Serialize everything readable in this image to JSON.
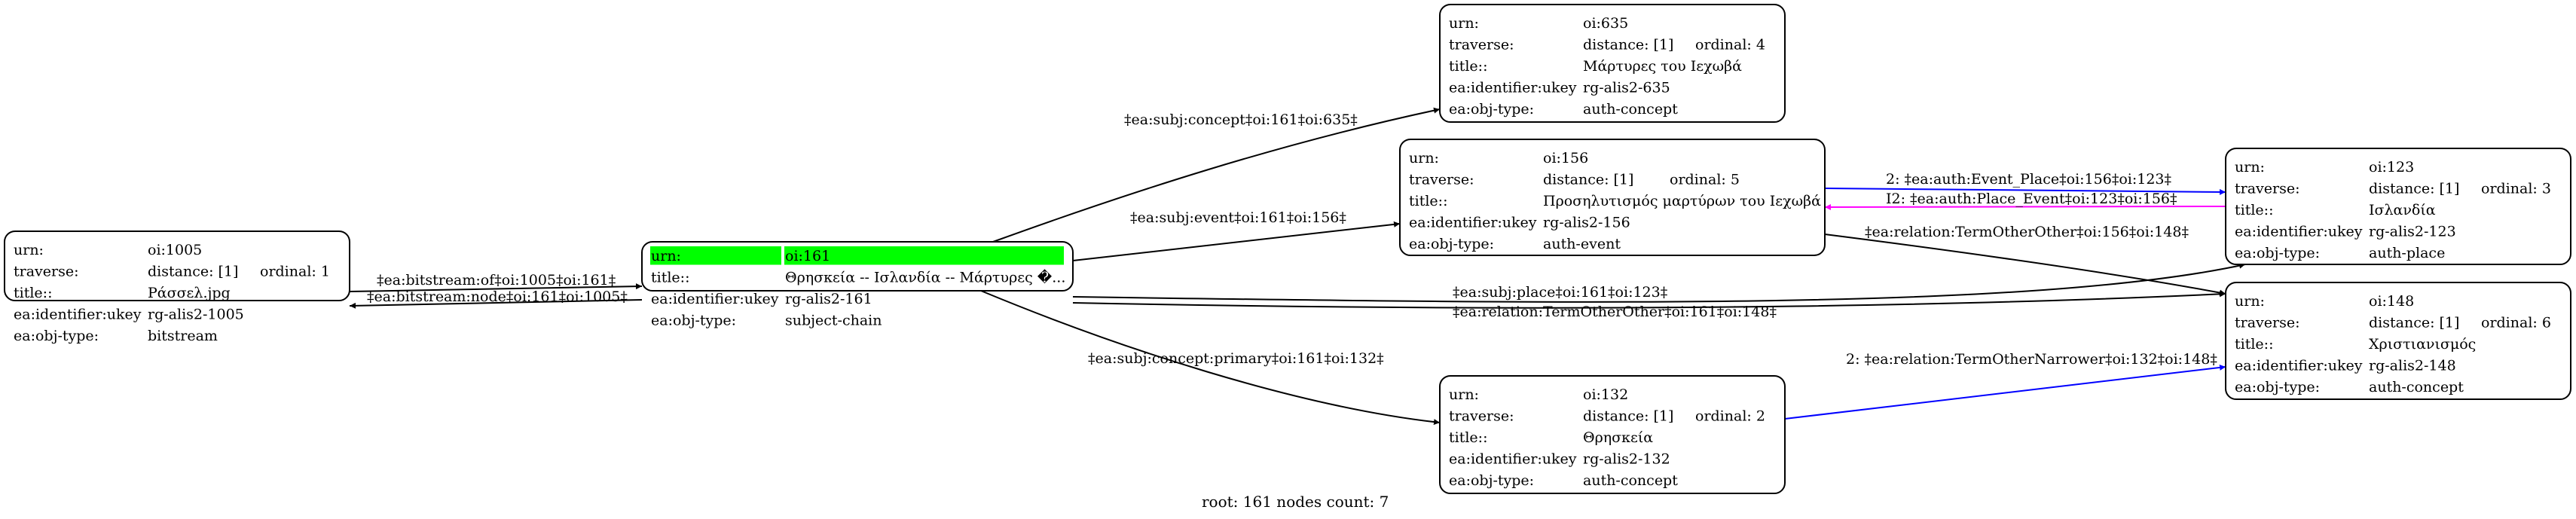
{
  "caption": "root: 161 nodes count: 7",
  "colors": {
    "black": "#000000",
    "blue": "#0000ff",
    "magenta": "#ff00ff",
    "highlight": "#00ff00"
  },
  "nodes": [
    {
      "id": "n1005",
      "highlight": false,
      "rows": [
        [
          "urn:",
          "oi:1005",
          ""
        ],
        [
          "traverse:",
          "distance: [1]",
          "ordinal: 1"
        ],
        [
          "title::",
          "Ράσσελ.jpg",
          ""
        ],
        [
          "ea:identifier:ukey",
          "rg-alis2-1005",
          ""
        ],
        [
          "ea:obj-type:",
          "bitstream",
          ""
        ]
      ]
    },
    {
      "id": "n161",
      "highlight": true,
      "rows": [
        [
          "urn:",
          "oi:161",
          ""
        ],
        [
          "title::",
          "Θρησκεία -- Ισλανδία -- Μάρτυρες �...",
          ""
        ],
        [
          "ea:identifier:ukey",
          "rg-alis2-161",
          ""
        ],
        [
          "ea:obj-type:",
          "subject-chain",
          ""
        ]
      ]
    },
    {
      "id": "n635",
      "highlight": false,
      "rows": [
        [
          "urn:",
          "oi:635",
          ""
        ],
        [
          "traverse:",
          "distance: [1]",
          "ordinal: 4"
        ],
        [
          "title::",
          "Μάρτυρες του Ιεχωβά",
          ""
        ],
        [
          "ea:identifier:ukey",
          "rg-alis2-635",
          ""
        ],
        [
          "ea:obj-type:",
          "auth-concept",
          ""
        ]
      ]
    },
    {
      "id": "n156",
      "highlight": false,
      "rows": [
        [
          "urn:",
          "oi:156",
          ""
        ],
        [
          "traverse:",
          "distance: [1]",
          "ordinal: 5"
        ],
        [
          "title::",
          "Προσηλυτισμός μαρτύρων του Ιεχωβά",
          ""
        ],
        [
          "ea:identifier:ukey",
          "rg-alis2-156",
          ""
        ],
        [
          "ea:obj-type:",
          "auth-event",
          ""
        ]
      ]
    },
    {
      "id": "n132",
      "highlight": false,
      "rows": [
        [
          "urn:",
          "oi:132",
          ""
        ],
        [
          "traverse:",
          "distance: [1]",
          "ordinal: 2"
        ],
        [
          "title::",
          "Θρησκεία",
          ""
        ],
        [
          "ea:identifier:ukey",
          "rg-alis2-132",
          ""
        ],
        [
          "ea:obj-type:",
          "auth-concept",
          ""
        ]
      ]
    },
    {
      "id": "n123",
      "highlight": false,
      "rows": [
        [
          "urn:",
          "oi:123",
          ""
        ],
        [
          "traverse:",
          "distance: [1]",
          "ordinal: 3"
        ],
        [
          "title::",
          "Ισλανδία",
          ""
        ],
        [
          "ea:identifier:ukey",
          "rg-alis2-123",
          ""
        ],
        [
          "ea:obj-type:",
          "auth-place",
          ""
        ]
      ]
    },
    {
      "id": "n148",
      "highlight": false,
      "rows": [
        [
          "urn:",
          "oi:148",
          ""
        ],
        [
          "traverse:",
          "distance: [1]",
          "ordinal: 6"
        ],
        [
          "title::",
          "Χριστιανισμός",
          ""
        ],
        [
          "ea:identifier:ukey",
          "rg-alis2-148",
          ""
        ],
        [
          "ea:obj-type:",
          "auth-concept",
          ""
        ]
      ]
    }
  ],
  "edges": [
    {
      "id": "e1",
      "from": "n1005",
      "to": "n161",
      "label": "‡ea:bitstream:of‡oi:1005‡oi:161‡",
      "color": "black"
    },
    {
      "id": "e2",
      "from": "n161",
      "to": "n1005",
      "label": "‡ea:bitstream:node‡oi:161‡oi:1005‡",
      "color": "black"
    },
    {
      "id": "e3",
      "from": "n161",
      "to": "n635",
      "label": "‡ea:subj:concept‡oi:161‡oi:635‡",
      "color": "black"
    },
    {
      "id": "e4",
      "from": "n161",
      "to": "n156",
      "label": "‡ea:subj:event‡oi:161‡oi:156‡",
      "color": "black"
    },
    {
      "id": "e5",
      "from": "n161",
      "to": "n123",
      "label": "‡ea:subj:place‡oi:161‡oi:123‡",
      "color": "black"
    },
    {
      "id": "e6",
      "from": "n161",
      "to": "n148",
      "label": "‡ea:relation:TermOtherOther‡oi:161‡oi:148‡",
      "color": "black"
    },
    {
      "id": "e7",
      "from": "n161",
      "to": "n132",
      "label": "‡ea:subj:concept:primary‡oi:161‡oi:132‡",
      "color": "black"
    },
    {
      "id": "e8",
      "from": "n156",
      "to": "n123",
      "label": "2: ‡ea:auth:Event_Place‡oi:156‡oi:123‡",
      "color": "blue"
    },
    {
      "id": "e9",
      "from": "n123",
      "to": "n156",
      "label": "I2: ‡ea:auth:Place_Event‡oi:123‡oi:156‡",
      "color": "magenta"
    },
    {
      "id": "e10",
      "from": "n156",
      "to": "n148",
      "label": "‡ea:relation:TermOtherOther‡oi:156‡oi:148‡",
      "color": "black"
    },
    {
      "id": "e11",
      "from": "n132",
      "to": "n148",
      "label": "2: ‡ea:relation:TermOtherNarrower‡oi:132‡oi:148‡",
      "color": "blue"
    }
  ]
}
